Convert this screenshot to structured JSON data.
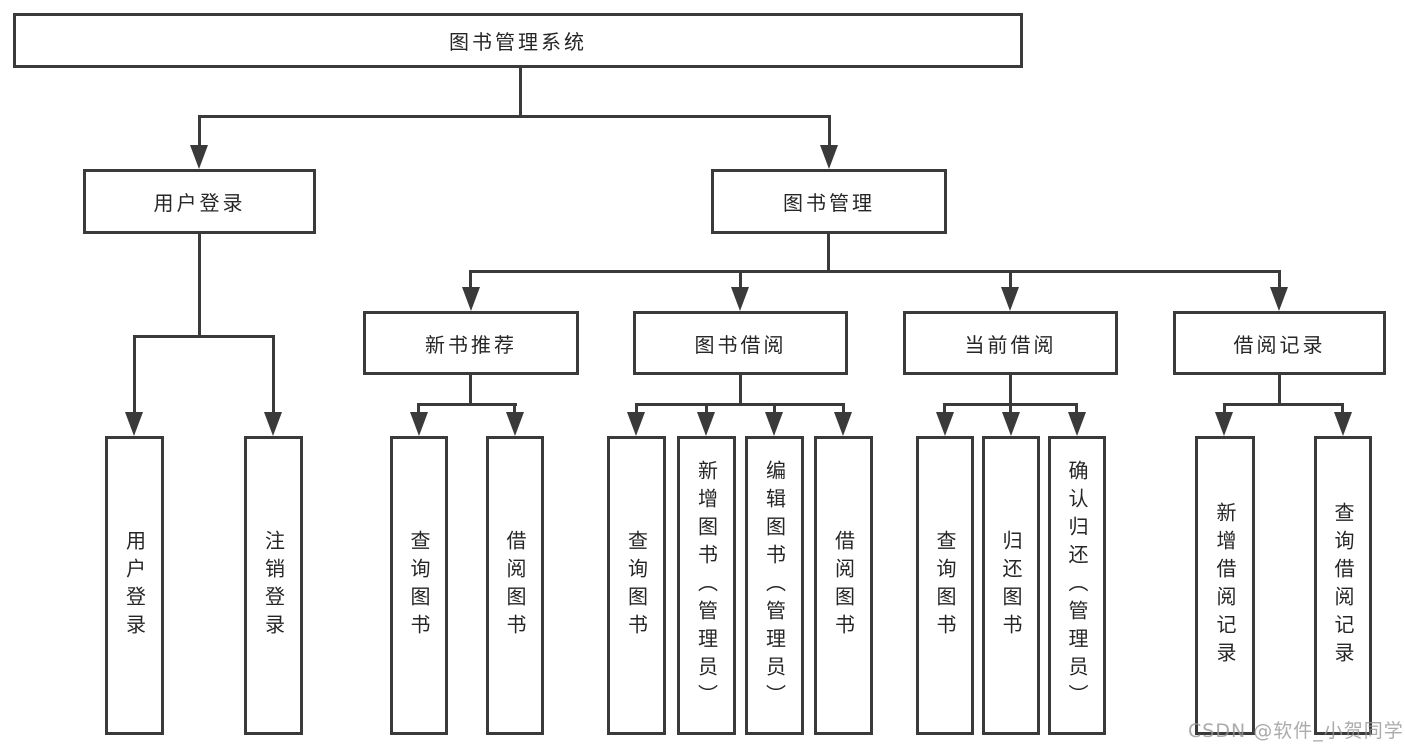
{
  "diagram_type": "functional-structure-tree",
  "colors": {
    "line": "#3a3a3a",
    "box_border": "#3a3a3a",
    "text": "#262626",
    "background": "#ffffff",
    "watermark": "#969696"
  },
  "tree": {
    "label": "图书管理系统",
    "children": [
      {
        "label": "用户登录",
        "children": [
          {
            "label": "用户登录"
          },
          {
            "label": "注销登录"
          }
        ]
      },
      {
        "label": "图书管理",
        "children": [
          {
            "label": "新书推荐",
            "children": [
              {
                "label": "查询图书"
              },
              {
                "label": "借阅图书"
              }
            ]
          },
          {
            "label": "图书借阅",
            "children": [
              {
                "label": "查询图书"
              },
              {
                "label": "新增图书（管理员）"
              },
              {
                "label": "编辑图书（管理员）"
              },
              {
                "label": "借阅图书"
              }
            ]
          },
          {
            "label": "当前借阅",
            "children": [
              {
                "label": "查询图书"
              },
              {
                "label": "归还图书"
              },
              {
                "label": "确认归还（管理员）"
              }
            ]
          },
          {
            "label": "借阅记录",
            "children": [
              {
                "label": "新增借阅记录"
              },
              {
                "label": "查询借阅记录"
              }
            ]
          }
        ]
      }
    ]
  },
  "watermark": "CSDN @软件_小贺同学"
}
